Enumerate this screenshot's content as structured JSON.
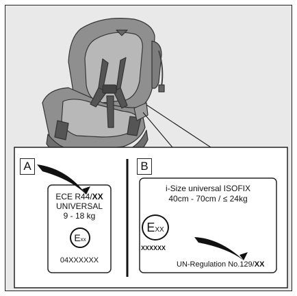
{
  "panel_a": {
    "tag": "A",
    "standard": "ECE R44/",
    "standard_mark": "XX",
    "category": "UNIVERSAL",
    "weight_range": "9 - 18 kg",
    "emark_letter": "E",
    "emark_code": "xx",
    "approval_number": "04XXXXXX"
  },
  "panel_b": {
    "tag": "B",
    "title": "i-Size universal ISOFIX",
    "size_range": "40cm - 70cm / ≤ 24kg",
    "emark_letter": "E",
    "emark_code": "XX",
    "approval_number": "XXXXXX",
    "regulation": "UN-Regulation No.129/",
    "regulation_mark": "XX"
  },
  "colors": {
    "frame_bg": "#e9e9e9",
    "seat_shell": "#8f8f8f",
    "seat_pad": "#b8b8b8",
    "label_bg": "#ffffff",
    "outline": "#222222"
  }
}
